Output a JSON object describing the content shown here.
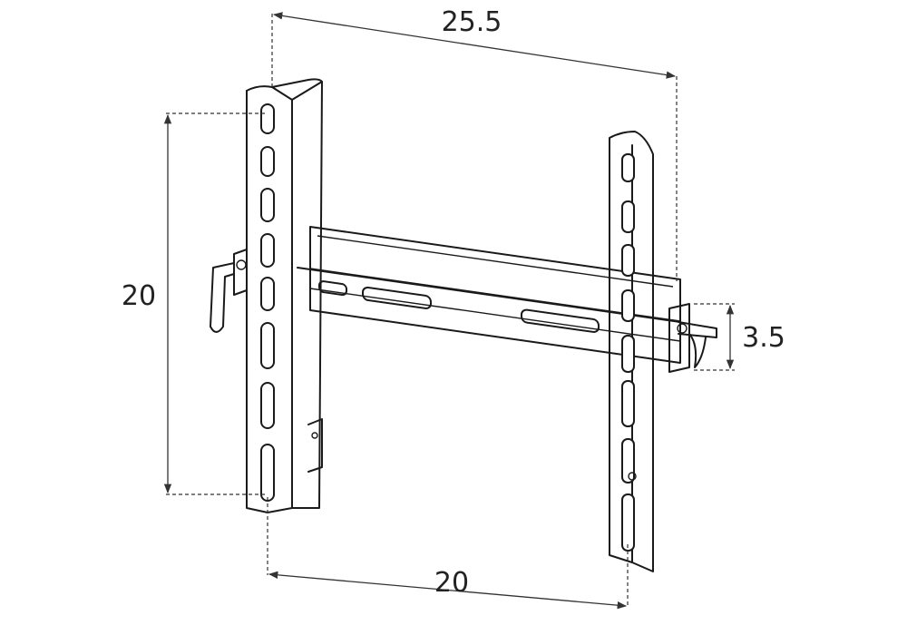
{
  "dimensions": {
    "overall_width": "25.5",
    "vertical_hole_spacing": "20",
    "horizontal_hole_spacing": "20",
    "rail_depth": "3.5"
  }
}
